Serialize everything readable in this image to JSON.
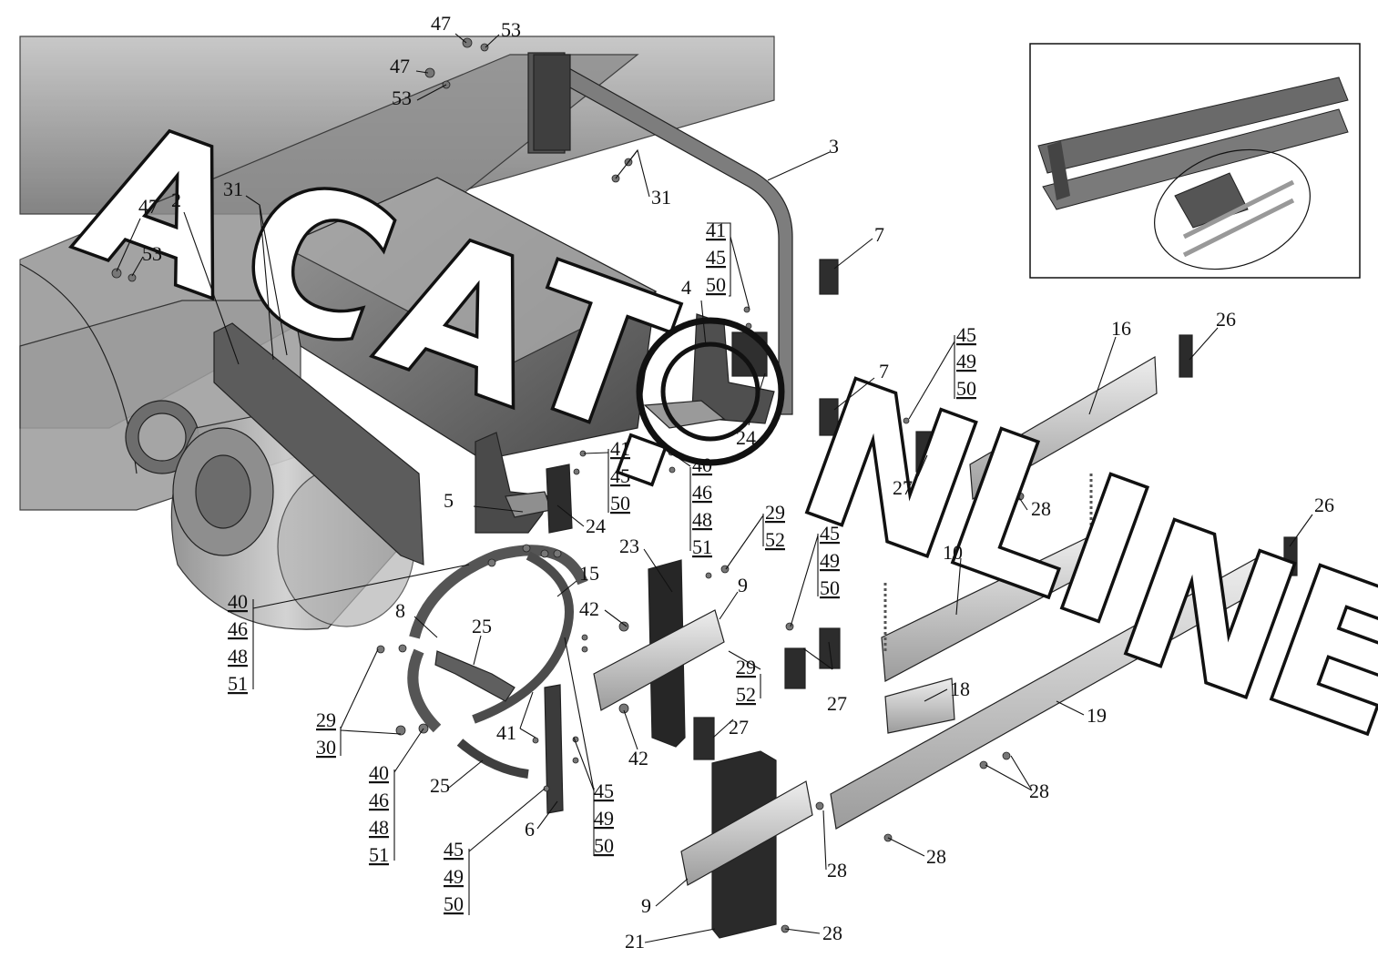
{
  "labels": {
    "l1": "47",
    "l2": "53",
    "l3": "47",
    "l4": "53",
    "l5": "3",
    "l6": "31",
    "l7": "47",
    "l8": "53",
    "l9": "2",
    "l10": "31",
    "l11": "41",
    "l12": "45",
    "l13": "50",
    "l14": "7",
    "l15": "4",
    "l16": "7",
    "l17": "45",
    "l18": "49",
    "l19": "50",
    "l20": "16",
    "l21": "26",
    "l22": "24",
    "l23": "41",
    "l24": "45",
    "l25": "50",
    "l26": "27",
    "l27": "28",
    "l28": "5",
    "l29": "24",
    "l30": "40",
    "l31": "46",
    "l32": "48",
    "l33": "51",
    "l34": "29",
    "l35": "52",
    "l36": "45",
    "l37": "49",
    "l38": "50",
    "l39": "26",
    "l40": "23",
    "l41": "15",
    "l42": "10",
    "l43": "40",
    "l44": "46",
    "l45": "48",
    "l46": "51",
    "l47": "8",
    "l48": "42",
    "l49": "9",
    "l50": "25",
    "l51": "29",
    "l52": "52",
    "l53": "27",
    "l54": "18",
    "l55": "19",
    "l56": "29",
    "l57": "30",
    "l58": "41",
    "l59": "42",
    "l60": "27",
    "l61": "40",
    "l62": "46",
    "l63": "48",
    "l64": "51",
    "l65": "25",
    "l66": "45",
    "l67": "49",
    "l68": "50",
    "l69": "28",
    "l70": "6",
    "l71": "45",
    "l72": "49",
    "l73": "50",
    "l74": "28",
    "l75": "28",
    "l76": "9",
    "l77": "21",
    "l78": "28"
  }
}
